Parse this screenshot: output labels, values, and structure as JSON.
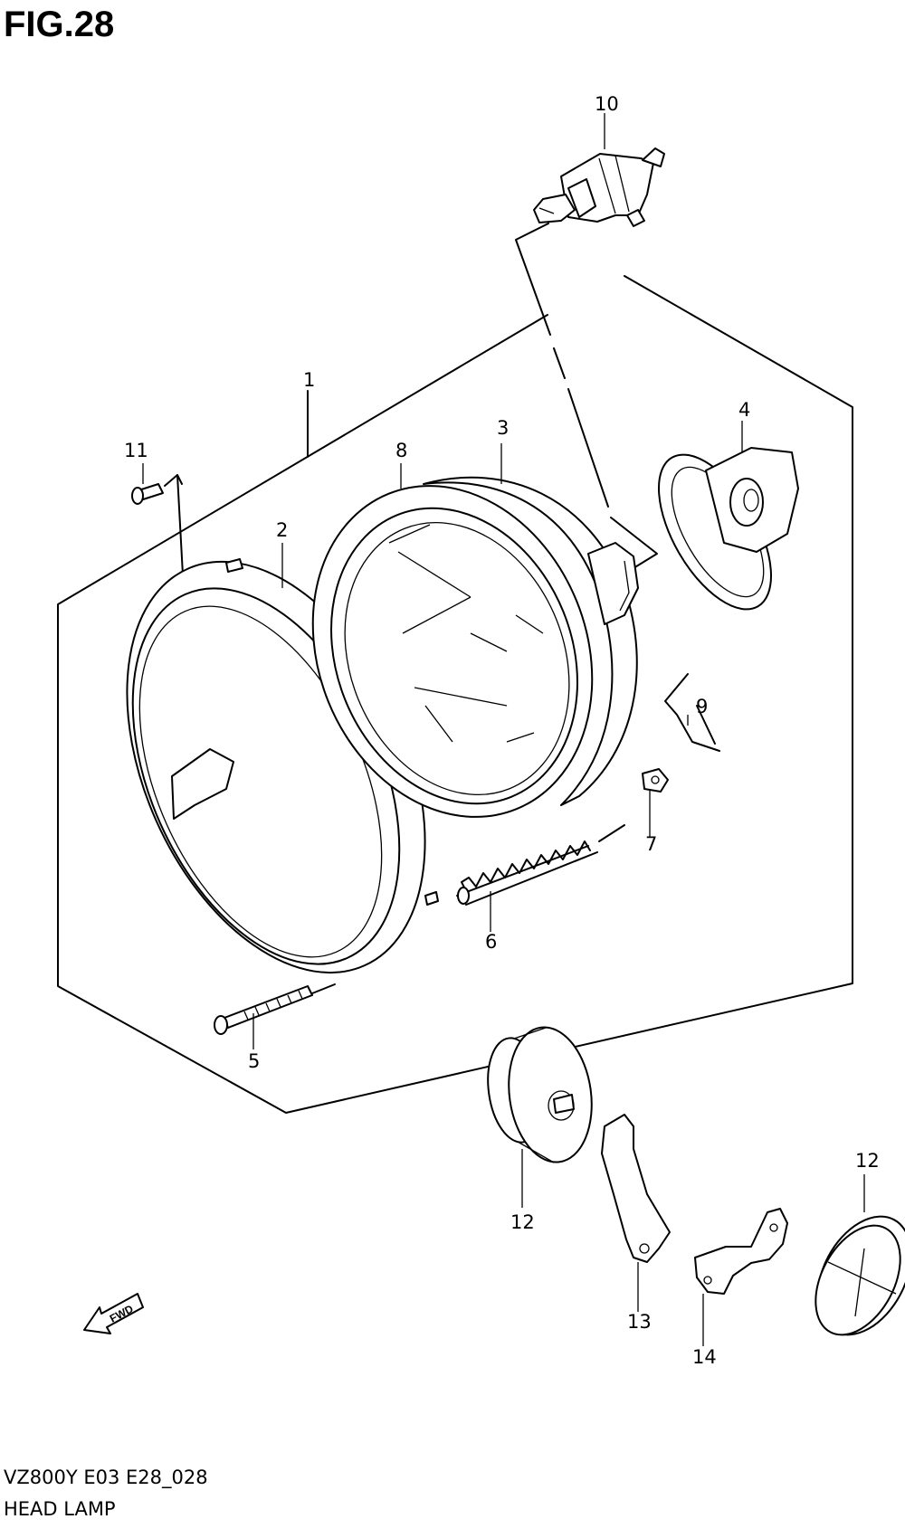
{
  "figure": {
    "title": "FIG.28",
    "model_code": "VZ800Y  E03  E28_028",
    "caption": "HEAD LAMP"
  },
  "callouts": [
    {
      "id": "c1",
      "label": "1"
    },
    {
      "id": "c2",
      "label": "2"
    },
    {
      "id": "c3",
      "label": "3"
    },
    {
      "id": "c4",
      "label": "4"
    },
    {
      "id": "c5",
      "label": "5"
    },
    {
      "id": "c6",
      "label": "6"
    },
    {
      "id": "c7",
      "label": "7"
    },
    {
      "id": "c8",
      "label": "8"
    },
    {
      "id": "c9",
      "label": "9"
    },
    {
      "id": "c10",
      "label": "10"
    },
    {
      "id": "c11",
      "label": "11"
    },
    {
      "id": "c12a",
      "label": "12"
    },
    {
      "id": "c12b",
      "label": "12"
    },
    {
      "id": "c13",
      "label": "13"
    },
    {
      "id": "c14",
      "label": "14"
    }
  ],
  "direction_marker": {
    "label": "FWD"
  }
}
